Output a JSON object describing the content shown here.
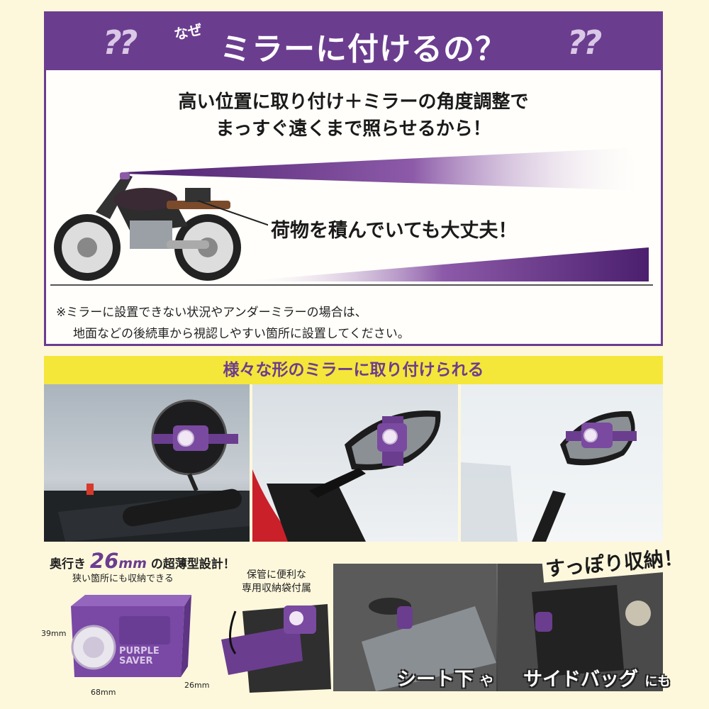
{
  "header": {
    "naze": "なぜ",
    "title": "ミラーに付けるの？",
    "deco_question": "??"
  },
  "lead": {
    "line1": "高い位置に取り付け＋ミラーの角度調整で",
    "line2": "まっすぐ遠くまで照らせるから！"
  },
  "bike_caption": "荷物を積んでいても大丈夫！",
  "note": {
    "line1": "※ミラーに設置できない状況やアンダーミラーの場合は、",
    "line2": "地面などの後続車から視認しやすい箇所に設置してください。"
  },
  "band_title": "様々な形のミラーに取り付けられる",
  "thin": {
    "prefix": "奥行き",
    "number": "26",
    "unit": "mm",
    "suffix": "の超薄型設計！",
    "sub": "狭い箇所にも収納できる"
  },
  "dimensions": {
    "height": "39mm",
    "width": "68mm",
    "depth": "26mm"
  },
  "product_label": {
    "line1": "PURPLE",
    "line2": "SAVER"
  },
  "bag_caption": {
    "line1": "保管に便利な",
    "line2": "専用収納袋付属"
  },
  "storage": {
    "title": "すっぽり収納！",
    "seat": "シート下",
    "seat_particle": "や",
    "side": "サイドバッグ",
    "side_particle": "にも"
  },
  "colors": {
    "purple": "#6b3d8f",
    "yellow": "#f5e63a",
    "cream": "#fdf8dc"
  }
}
